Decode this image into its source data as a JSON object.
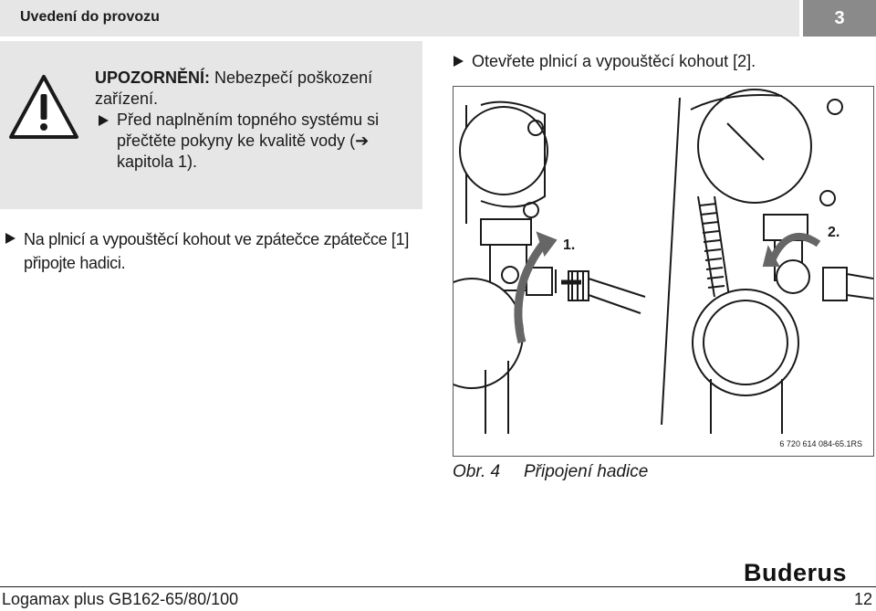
{
  "header": {
    "title": "Uvedení do provozu",
    "chapter_number": "3"
  },
  "warning": {
    "icon": "warning-triangle-icon",
    "heading": "UPOZORNĚNÍ:",
    "heading_rest": " Nebezpečí poškození zařízení.",
    "step_text": "Před naplněním topného systému si přečtěte pokyny ke kvalitě vody (➔ kapitola 1)."
  },
  "steps": {
    "left_step": "Na plnicí a vypouštěcí kohout ve zpátečce zpátečce [1] připojte hadici.",
    "right_step": "Otevřete plnicí a vypouštěcí kohout [2]."
  },
  "figure": {
    "label_1": "1.",
    "label_2": "2.",
    "reference": "6 720 614 084-65.1RS",
    "caption_number": "Obr. 4",
    "caption_text": "Připojení hadice"
  },
  "footer": {
    "document_title": "Logamax plus GB162-65/80/100",
    "page_number": "12",
    "brand": "Buderus"
  }
}
